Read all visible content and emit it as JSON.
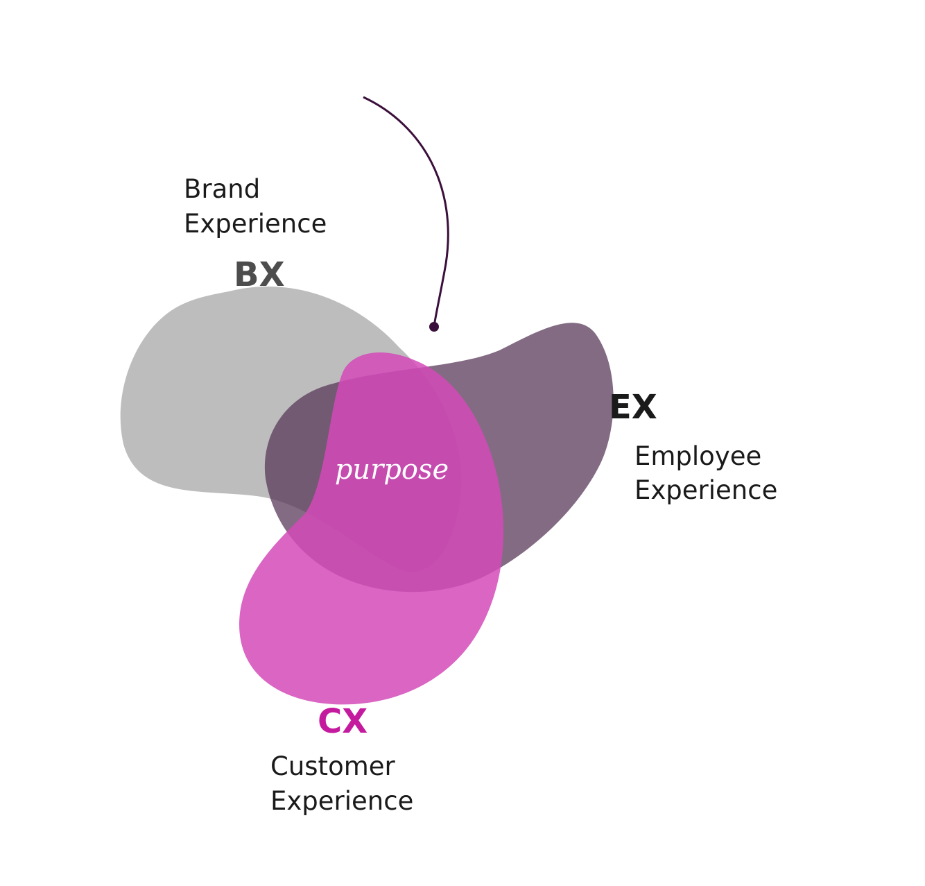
{
  "diagram": {
    "center_label": "purpose",
    "bx": {
      "abbr": "BX",
      "label_line1": "Brand",
      "label_line2": "Experience",
      "color": "#bdbdbd",
      "abbr_color": "#4d4d4d"
    },
    "ex": {
      "abbr": "EX",
      "label_line1": "Employee",
      "label_line2": "Experience",
      "color": "#5a3a5a",
      "abbr_color": "#1a1a1a"
    },
    "cx": {
      "abbr": "CX",
      "label_line1": "Customer",
      "label_line2": "Experience",
      "color": "#d44ab9",
      "abbr_color": "#c41a9e"
    },
    "pointer_color": "#3b0f3b"
  }
}
